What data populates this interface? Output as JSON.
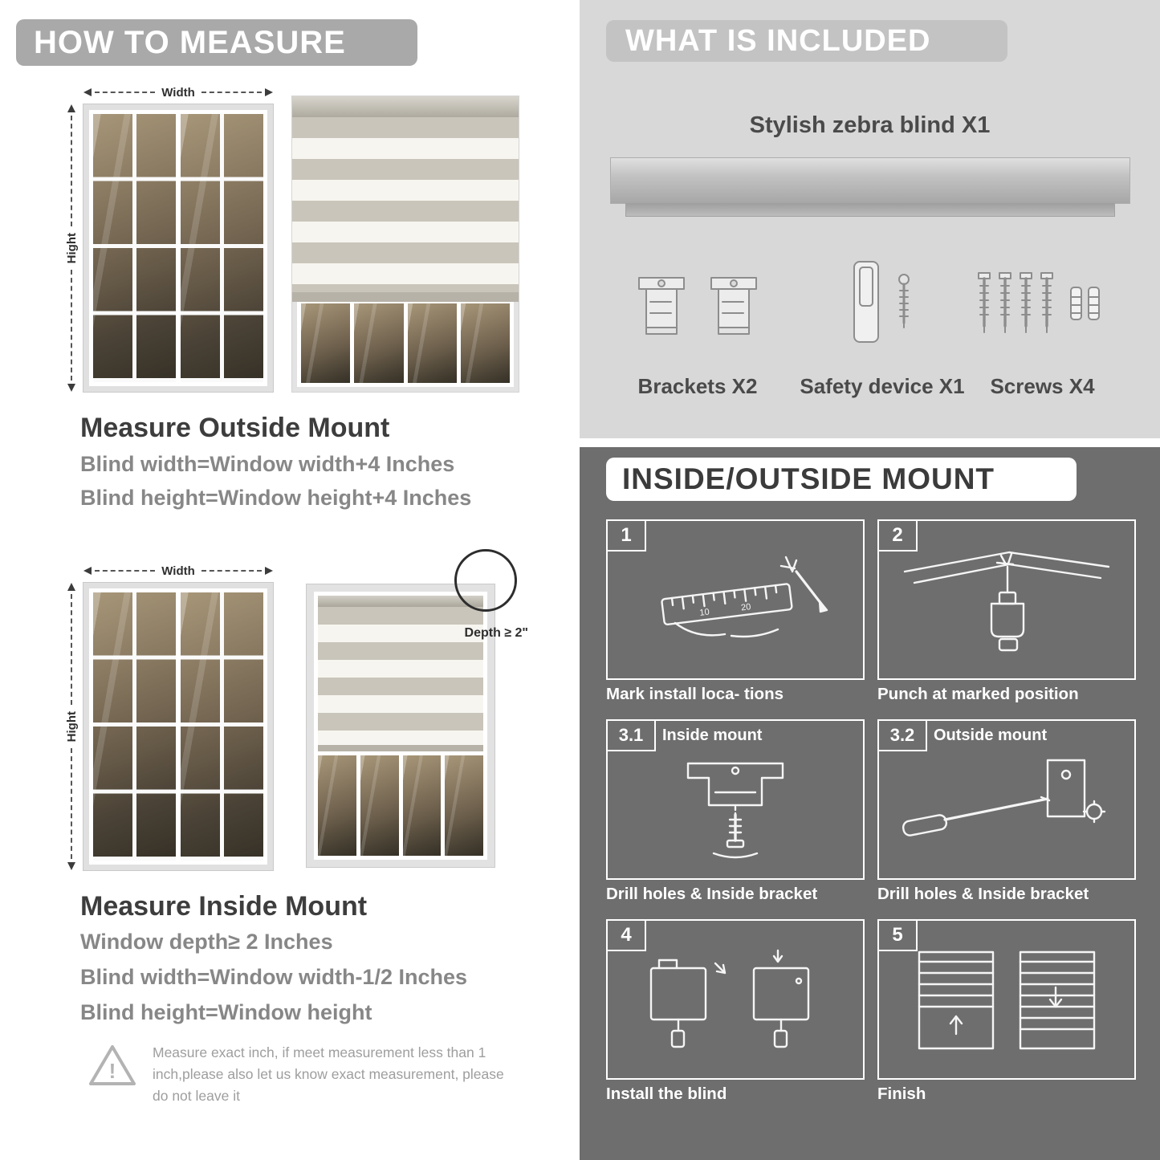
{
  "colors": {
    "banner_gray": "#a9a9a9",
    "included_section_bg": "#d8d8d8",
    "mount_section_bg": "#6e6e6e",
    "stripe_gray": "#c9c5ba"
  },
  "how_to_measure": {
    "header": "HOW TO MEASURE",
    "width_label": "Width",
    "height_label": "Hight",
    "outside": {
      "title": "Measure Outside Mount",
      "line1": "Blind width=Window width+4 Inches",
      "line2": "Blind height=Window height+4 Inches"
    },
    "inside": {
      "title": "Measure Inside Mount",
      "depth_annotation": "Depth ≥ 2\"",
      "line1": "Window depth≥ 2 Inches",
      "line2": "Blind width=Window width-1/2 Inches",
      "line3": "Blind height=Window height"
    },
    "note": "Measure exact inch, if meet measurement less than 1 inch,please also let us know exact measurement, please do not leave it"
  },
  "included": {
    "header": "WHAT IS INCLUDED",
    "product_title": "Stylish zebra blind X1",
    "parts": [
      {
        "label": "Brackets X2"
      },
      {
        "label": "Safety device X1"
      },
      {
        "label": "Screws X4"
      }
    ]
  },
  "mount_steps": {
    "header": "INSIDE/OUTSIDE MOUNT",
    "steps": [
      {
        "num": "1",
        "caption": "Mark install loca- tions"
      },
      {
        "num": "2",
        "caption": "Punch at  marked position"
      },
      {
        "num": "3.1",
        "label": "Inside mount",
        "caption": "Drill holes &  Inside bracket"
      },
      {
        "num": "3.2",
        "label": "Outside mount",
        "caption": "Drill holes &  Inside bracket"
      },
      {
        "num": "4",
        "caption": "Install the blind"
      },
      {
        "num": "5",
        "caption": "Finish"
      }
    ]
  }
}
